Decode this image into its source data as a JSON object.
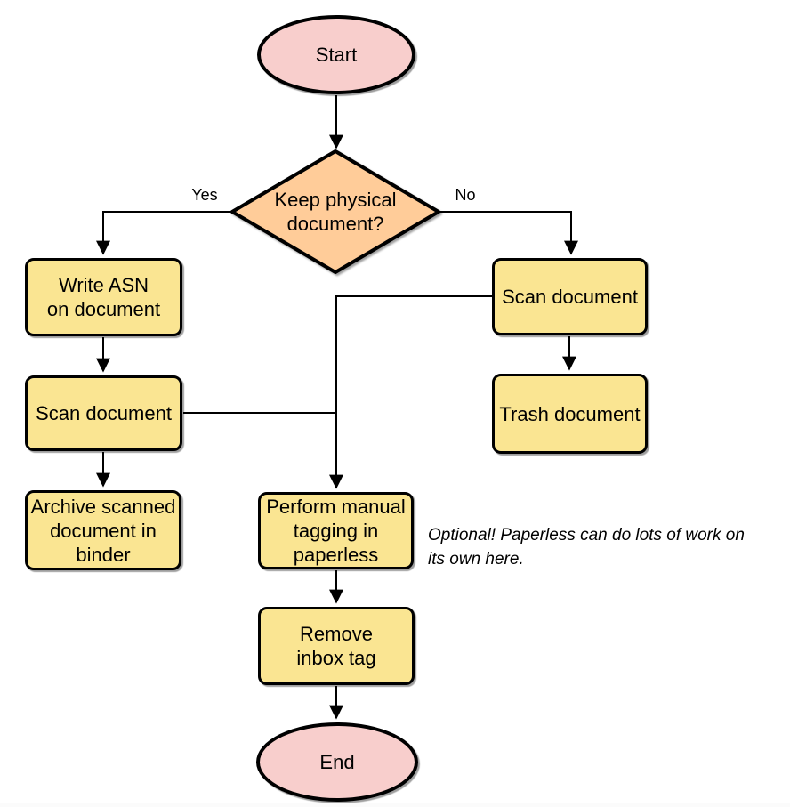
{
  "colors": {
    "bg": "#ffffff",
    "node-yellow": "#fae592",
    "node-orange": "#ffcc99",
    "node-pink": "#f8cecc",
    "stroke": "#000000"
  },
  "nodes": {
    "start": {
      "label": "Start"
    },
    "decision": {
      "label": "Keep physical\ndocument?"
    },
    "write_asn": {
      "label": "Write ASN\non document"
    },
    "scan_left": {
      "label": "Scan document"
    },
    "archive": {
      "label": "Archive scanned\ndocument in\nbinder"
    },
    "scan_right": {
      "label": "Scan document"
    },
    "trash": {
      "label": "Trash document"
    },
    "tagging": {
      "label": "Perform manual\ntagging in\npaperless"
    },
    "remove_inbox": {
      "label": "Remove\ninbox tag"
    },
    "end": {
      "label": "End"
    }
  },
  "edge_labels": {
    "yes": "Yes",
    "no": "No"
  },
  "annotation": "Optional! Paperless can do lots of work on\nits own here."
}
